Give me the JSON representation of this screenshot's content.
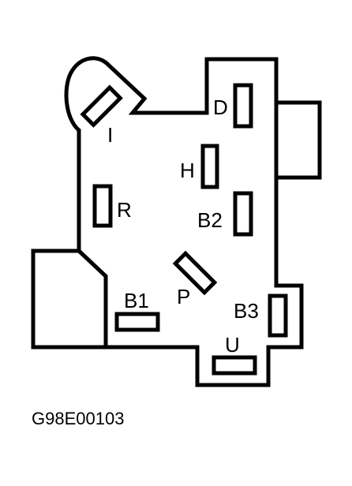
{
  "diagram": {
    "terminals": [
      {
        "id": "I",
        "label": "I"
      },
      {
        "id": "D",
        "label": "D"
      },
      {
        "id": "H",
        "label": "H"
      },
      {
        "id": "R",
        "label": "R"
      },
      {
        "id": "B2",
        "label": "B2"
      },
      {
        "id": "P",
        "label": "P"
      },
      {
        "id": "B1",
        "label": "B1"
      },
      {
        "id": "B3",
        "label": "B3"
      },
      {
        "id": "U",
        "label": "U"
      }
    ],
    "figure_id": "G98E00103",
    "colors": {
      "stroke": "#000000",
      "background": "#ffffff"
    }
  }
}
